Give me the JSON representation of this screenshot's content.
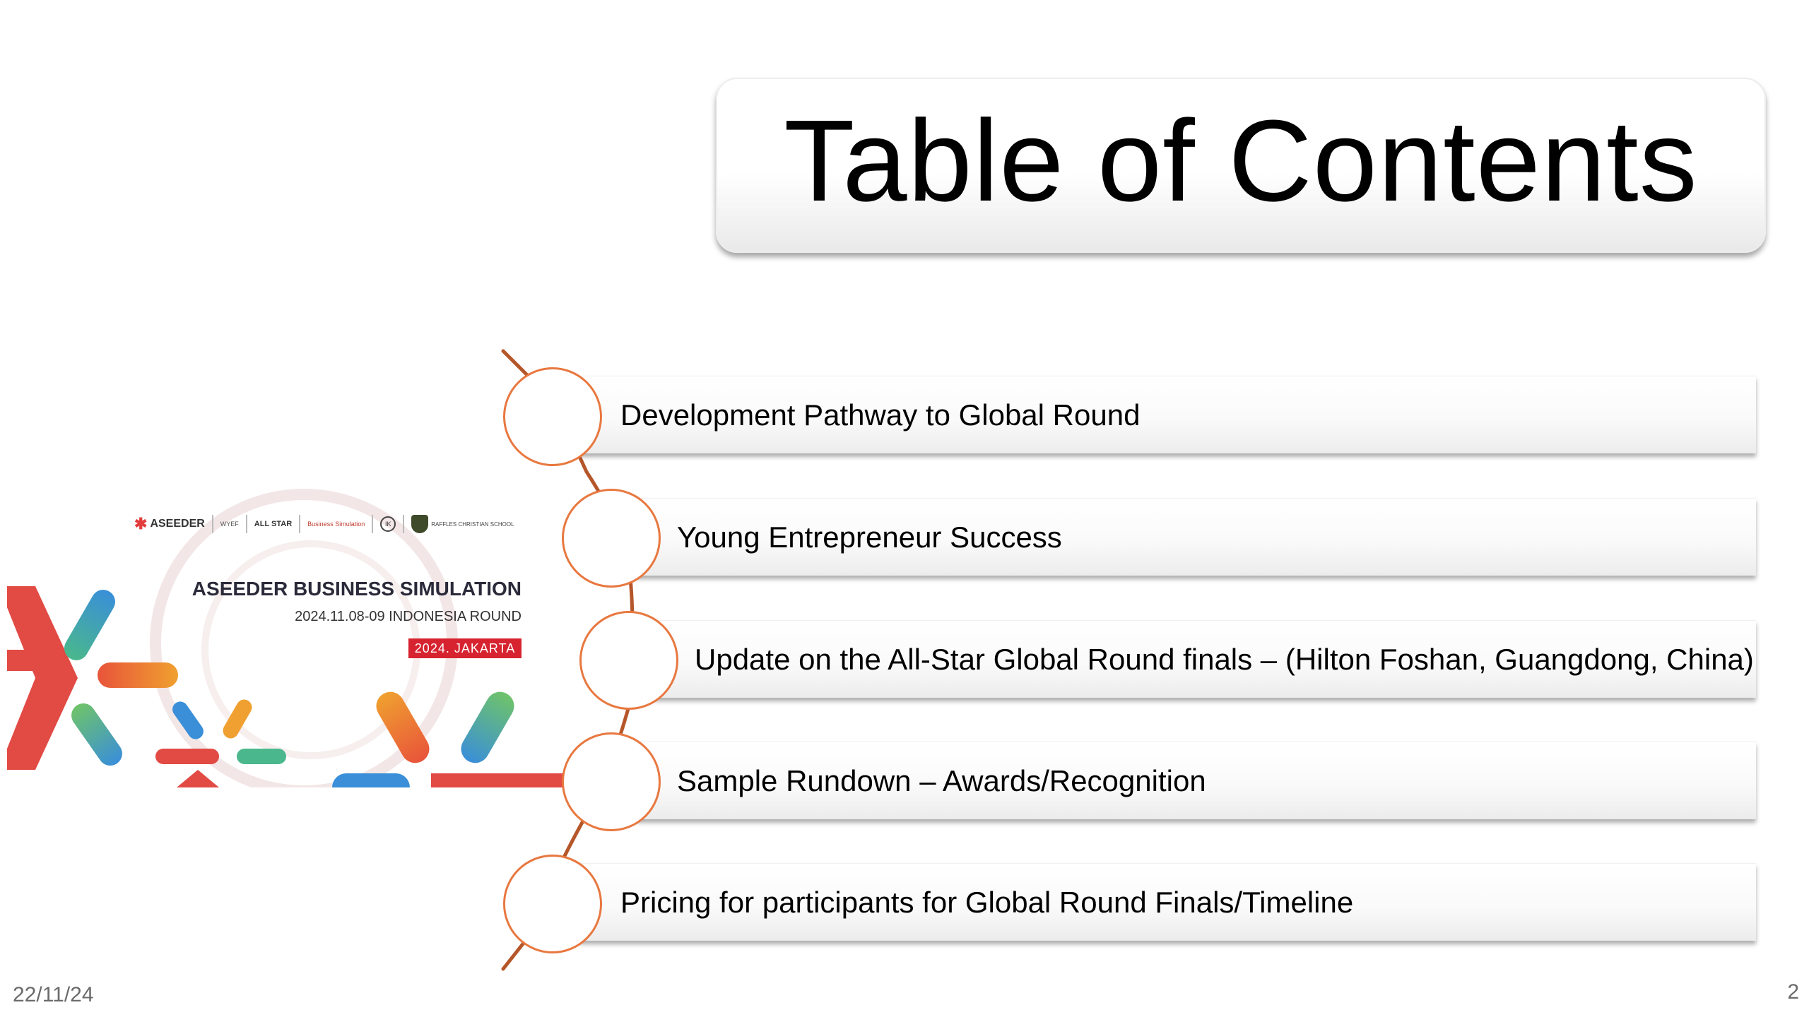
{
  "slide": {
    "title": "Table of Contents",
    "items": [
      {
        "label": "Development Pathway to Global Round"
      },
      {
        "label": "Young Entrepreneur Success"
      },
      {
        "label": "Update on the All-Star Global Round finals – (Hilton Foshan, Guangdong, China)"
      },
      {
        "label": "Sample Rundown – Awards/Recognition"
      },
      {
        "label": "Pricing for participants for Global Round Finals/Timeline"
      }
    ],
    "footer_date": "22/11/24",
    "page_number": "2"
  },
  "banner": {
    "title": "ASEEDER BUSINESS SIMULATION",
    "date_line": "2024.11.08-09 INDONESIA ROUND",
    "badge": "2024. JAKARTA",
    "logos": {
      "aseeder": "ASEEDER",
      "wyef": "WYEF",
      "allstar": "ALL STAR",
      "business_sim": "Business Simulation",
      "raffles": "RAFFLES CHRISTIAN SCHOOL"
    }
  },
  "colors": {
    "accent_orange": "#e87840",
    "connector_brown": "#b5562a",
    "badge_red": "#d6232f"
  }
}
